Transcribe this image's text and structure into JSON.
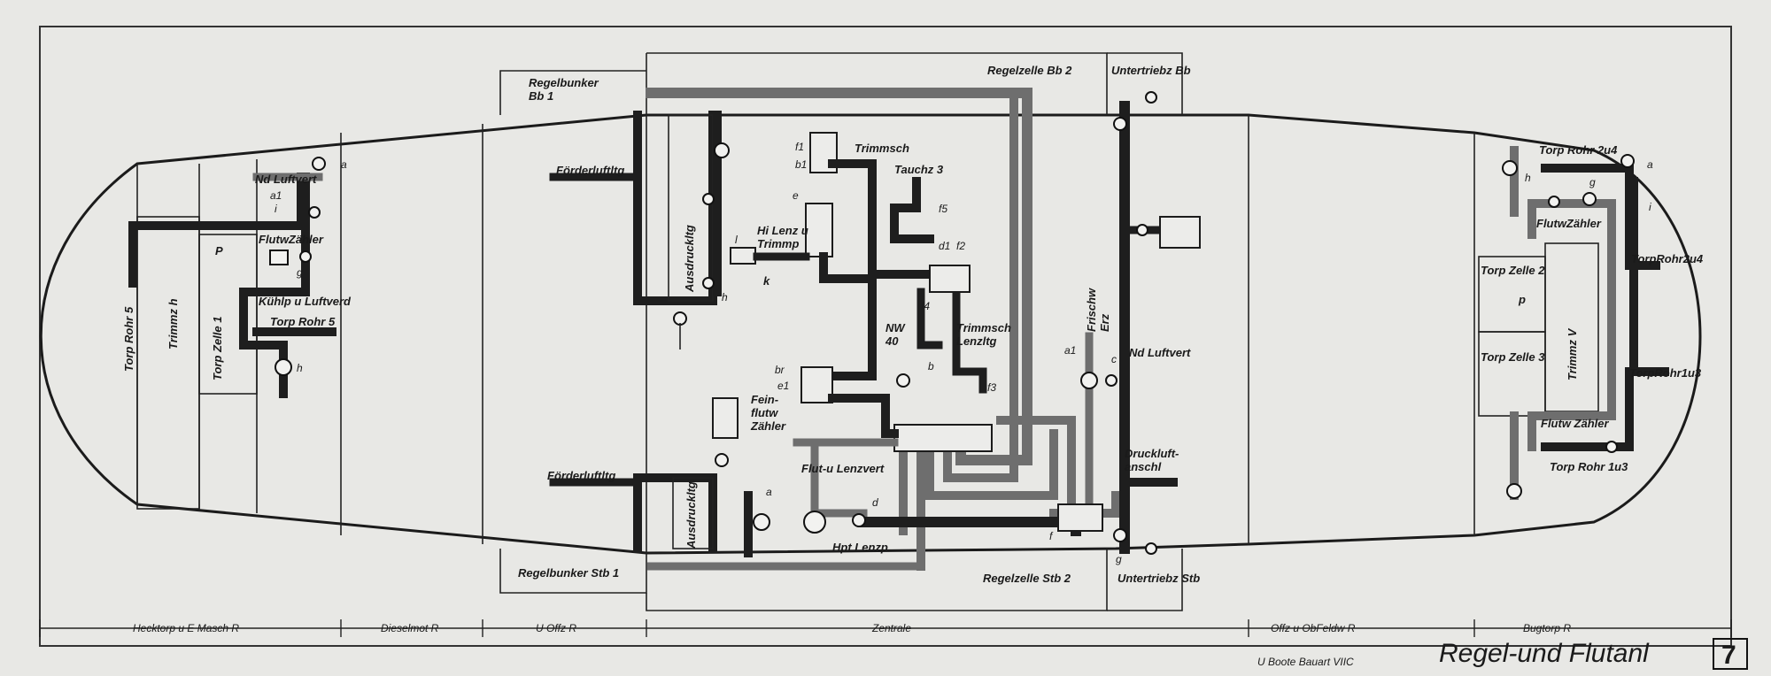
{
  "title": "Regel-und  Flutanl",
  "page_number": "7",
  "subtitle": "U Boote Bauart VIIC",
  "compartments": [
    {
      "label": "Hecktorp  u  E Masch R"
    },
    {
      "label": "Dieselmot R"
    },
    {
      "label": "U  Offz R"
    },
    {
      "label": "Zentrale"
    },
    {
      "label": "Offz  u  ObFeldw R"
    },
    {
      "label": "Bugtorp  R"
    }
  ],
  "stern": {
    "torp_rohr_5": "Torp  Rohr 5",
    "trimmz_h": "Trimmz  h",
    "torp_zelle_1": "Torp Zelle 1",
    "nd_luftvert": "Nd Luftvert",
    "flutw_zahler": "FlutwZähler",
    "kuhlp": "Kühlp u Luftverd",
    "torp_rohr_5b": "Torp Rohr 5",
    "letters": {
      "a": "a",
      "a1": "a1",
      "i": "i",
      "g": "g",
      "h": "h",
      "p": "P"
    }
  },
  "central": {
    "regelbunker_bb1": "Regelbunker\nBb 1",
    "regelzelle_bb2": "Regelzelle  Bb 2",
    "untertriebz_bb": "Untertriebz Bb",
    "foerderluftltg_top": "Förderluftltg",
    "foerderluftltg_bot": "Förderluftltg",
    "ausdruckltg_top": "Ausdruckltg",
    "ausdruckltg_bot": "Ausdruckltg",
    "trimmsch": "Trimmsch",
    "tauchz_3": "Tauchz 3",
    "hi_lenz": "Hi Lenz u\nTrimmp",
    "nw_40": "NW\n40",
    "trimmsch_lenzltg": "Trimmsch\nLenzltg",
    "frischw_erz": "Frischw\nErz",
    "nd_luftvert": "Nd Luftvert",
    "druckluft_anschl": "Druckluft-\nanschl",
    "fein_flutw": "Fein-\nflutw\nZähler",
    "flut_lenzvert": "Flut-u Lenzvert",
    "hpt_lenzp": "Hpt Lenzp",
    "regelbunker_stb1": "Regelbunker  Stb 1",
    "regelzelle_stb2": "Regelzelle  Stb 2",
    "untertriebz_stb": "Untertriebz Stb",
    "letters": {
      "f1": "f1",
      "b1": "b1",
      "e": "e",
      "f5": "f5",
      "d1": "d1",
      "f2": "f2",
      "f4": "f4",
      "k": "k",
      "l": "l",
      "h": "h",
      "f3": "f3",
      "b": "b",
      "br": "br",
      "e1": "e1",
      "a": "a",
      "a1": "a1",
      "c": "c",
      "d": "d",
      "f": "f",
      "g": "g"
    }
  },
  "bow": {
    "torp_rohr_24": "Torp Rohr 2u4",
    "torp_rohr_24b": "TorpRohr2u4",
    "flutw_zahler_top": "FlutwZähler",
    "torp_zelle_2": "Torp Zelle 2",
    "torp_zelle_3": "Torp Zelle 3",
    "trimmz_v": "Trimmz  V",
    "torp_rohr_13b": "TorpRohr1u3",
    "flutw_zahler_bot": "Flutw Zähler",
    "torp_rohr_13": "Torp Rohr 1u3",
    "letters": {
      "h": "h",
      "g": "g",
      "a": "a",
      "i": "i",
      "p": "p"
    }
  },
  "colors": {
    "paper": "#e9e9e6",
    "ink": "#1b1b1b",
    "pipe_dark": "#1e1e1e",
    "pipe_grey": "#6e6e6e"
  }
}
